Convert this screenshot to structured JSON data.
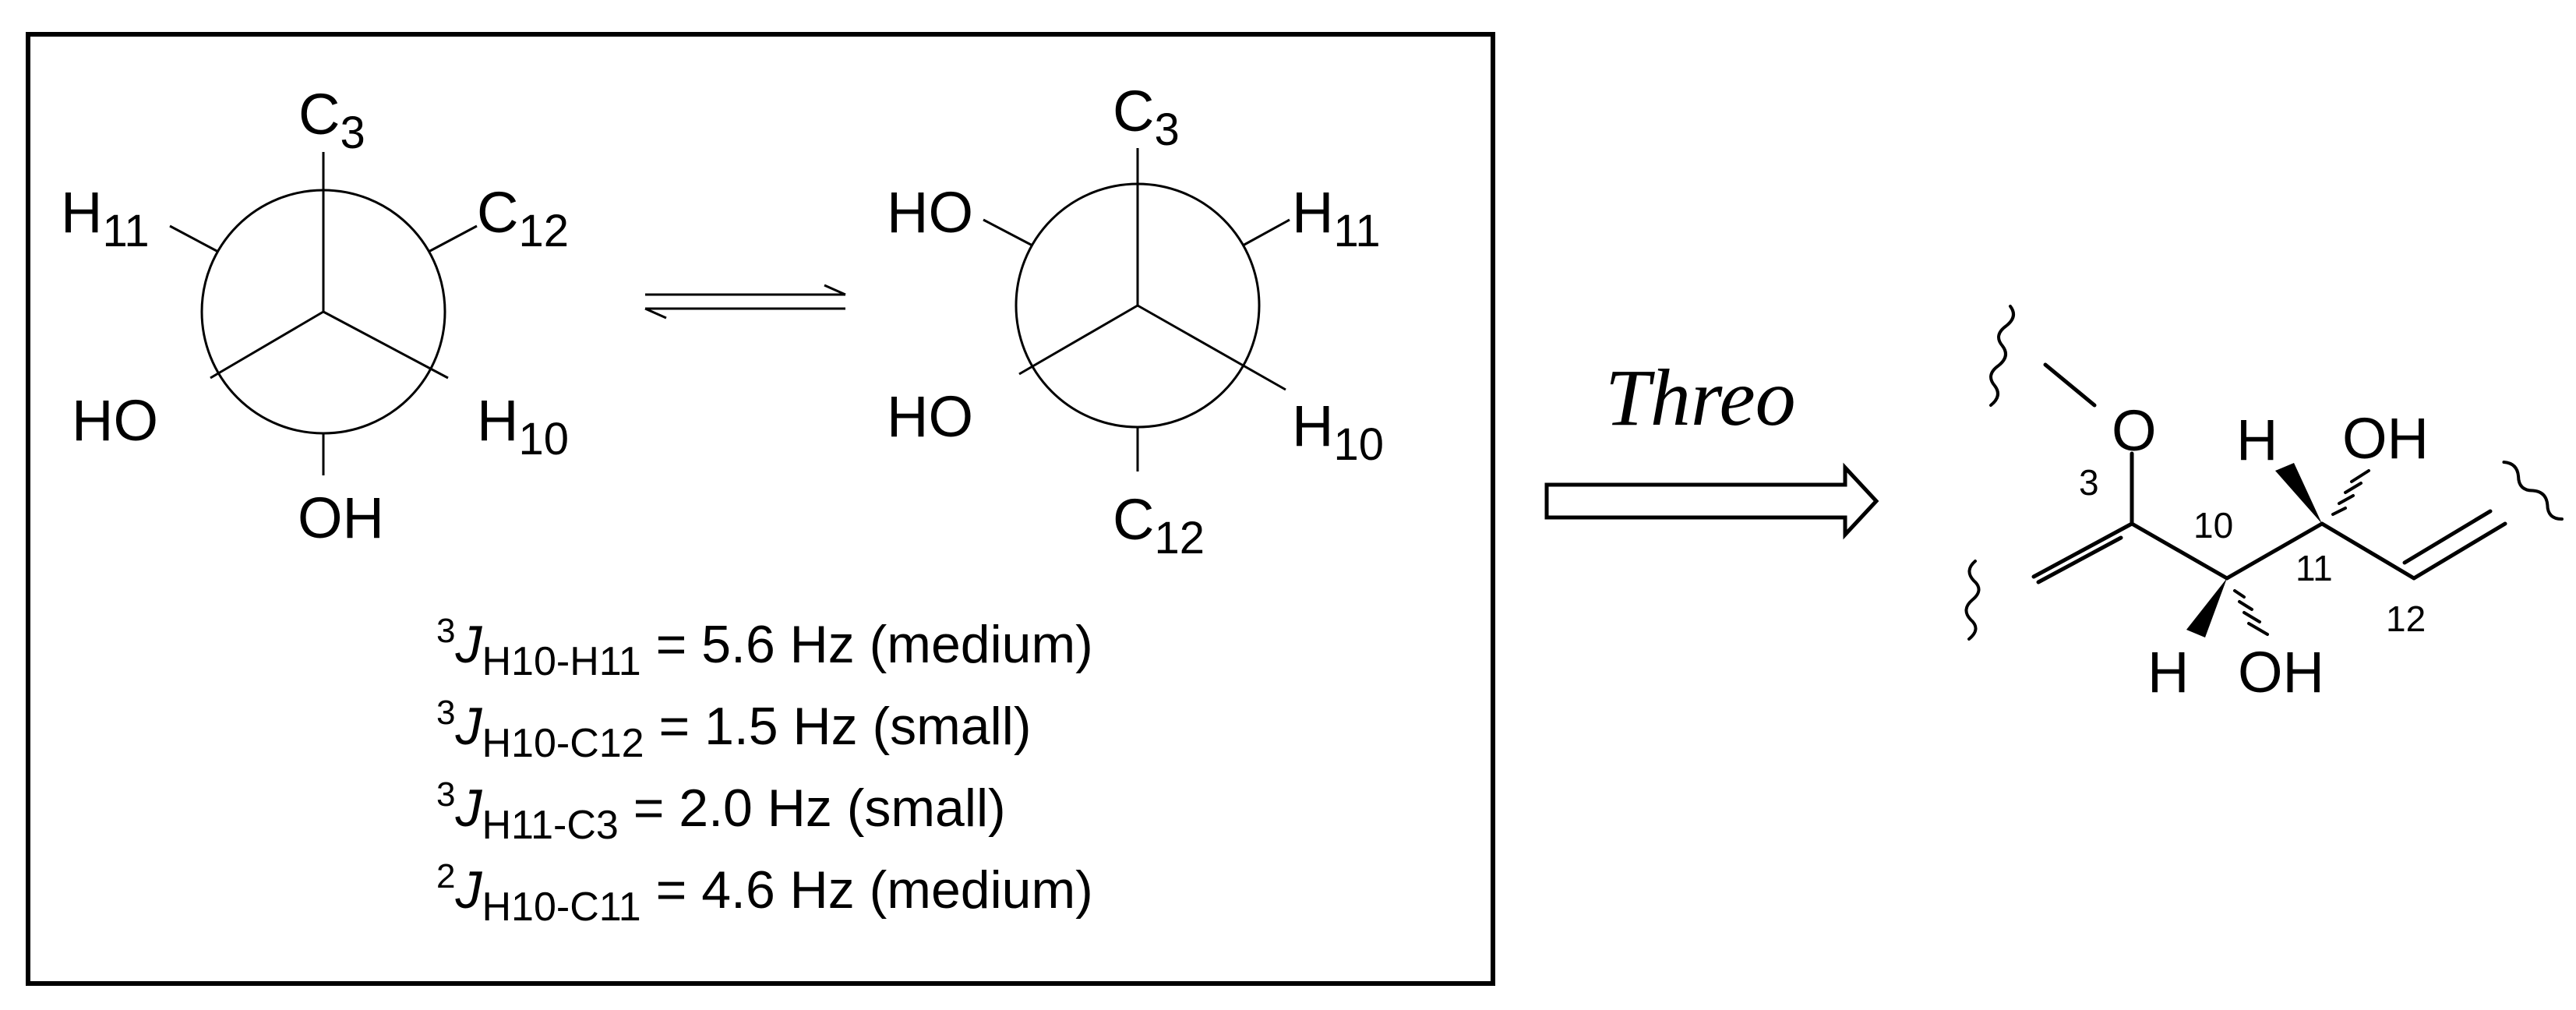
{
  "newman_left": {
    "front_top": {
      "main": "C",
      "sub": "3"
    },
    "back_upper_left": {
      "main": "H",
      "sub": "11"
    },
    "back_upper_right": {
      "main": "C",
      "sub": "12"
    },
    "front_lower_left": {
      "main": "HO"
    },
    "front_lower_right": {
      "main": "H",
      "sub": "10"
    },
    "back_bottom": {
      "main": "OH"
    }
  },
  "newman_right": {
    "front_top": {
      "main": "C",
      "sub": "3"
    },
    "back_upper_left": {
      "main": "HO"
    },
    "back_upper_right": {
      "main": "H",
      "sub": "11"
    },
    "front_lower_left": {
      "main": "HO"
    },
    "front_lower_right": {
      "main": "H",
      "sub": "10"
    },
    "back_bottom": {
      "main": "C",
      "sub": "12"
    }
  },
  "couplings": [
    {
      "sup": "3",
      "sym": "J",
      "sub": "H10-H11",
      "rest": " = 5.6 Hz (medium)"
    },
    {
      "sup": "3",
      "sym": "J",
      "sub": "H10-C12",
      "rest": " = 1.5 Hz (small)"
    },
    {
      "sup": "3",
      "sym": "J",
      "sub": "H11-C3",
      "rest": "  = 2.0 Hz (small)"
    },
    {
      "sup": "2",
      "sym": "J",
      "sub": "H10-C11",
      "rest": " = 4.6 Hz (medium)"
    }
  ],
  "arrow_label": "Threo",
  "structure": {
    "o_ether": "O",
    "oh_top": "OH",
    "h_top": "H",
    "oh_bottom": "OH",
    "h_bottom": "H",
    "num_3": "3",
    "num_10": "10",
    "num_11": "11",
    "num_12": "12"
  }
}
